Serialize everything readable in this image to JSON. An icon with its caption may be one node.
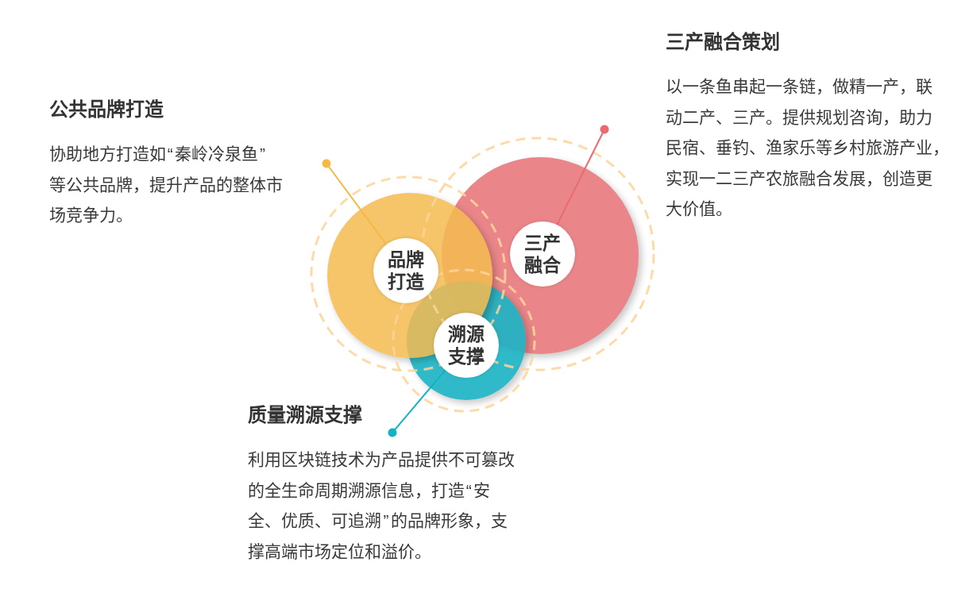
{
  "diagram": {
    "nodes": [
      {
        "text": [
          "公共品牌打造",
          "协助地方打造如“秦岭冷泉鱼”等公共品牌，提升产品的整体市场竞争力。"
        ]
      },
      {
        "text": [
          "三产融合策划",
          "以一条鱼串起一条链，做精一产，联动二产、三产。提供规划咨询，助力民宿、垂钓、渔家乐等乡村旅游产业，实现一二三产农旅融合发展，创造更大价值。"
        ]
      },
      {
        "text": [],
        "shape": "circle"
      },
      {
        "text": [
          "品牌打造"
        ],
        "in": 2
      },
      {
        "text": [],
        "shape": "circle"
      },
      {
        "text": [
          "溯源支撑"
        ],
        "in": 4
      },
      {
        "text": [],
        "shape": "circle"
      },
      {
        "text": [
          "三产融合"
        ],
        "in": 6
      },
      {
        "text": [
          "质量溯源支撑",
          "利用区块链技术为产品提供不可篡改的全生命周期溯源信息，打造“安全、优质、可追溯”的品牌形象，支撑高端市场定位和溢价。"
        ]
      }
    ],
    "edges": [
      {
        "from": 0,
        "to": 3,
        "arrow": "other",
        "color": "#f5b945"
      },
      {
        "from": 1,
        "to": 7,
        "arrow": "other",
        "color": "#ea6a6e"
      },
      {
        "from": 8,
        "to": 5,
        "arrow": "other",
        "color": "#12b3c2"
      }
    ]
  }
}
